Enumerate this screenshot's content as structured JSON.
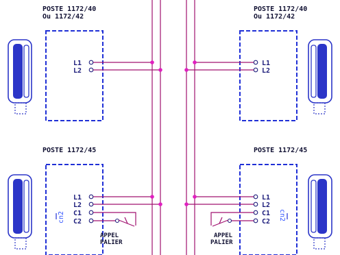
{
  "stations": [
    {
      "title_line1": "POSTE 1172/40",
      "title_line2": "Ou 1172/42",
      "terminals": [
        "L1",
        "L2"
      ]
    },
    {
      "title_line1": "POSTE 1172/40",
      "title_line2": "Ou 1172/42",
      "terminals": [
        "L1",
        "L2"
      ]
    },
    {
      "title_line1": "POSTE 1172/45",
      "terminals": [
        "L1",
        "L2",
        "C1",
        "C2"
      ],
      "connector": "cn2",
      "switch_label_1": "APPEL",
      "switch_label_2": "PALIER"
    },
    {
      "title_line1": "POSTE 1172/45",
      "terminals": [
        "L1",
        "L2",
        "C1",
        "C2"
      ],
      "connector": "cn2",
      "switch_label_1": "APPEL",
      "switch_label_2": "PALIER"
    }
  ],
  "colors": {
    "box": "#1f2fd6",
    "wire": "#a0106f",
    "junction": "#e020c0",
    "text": "#111133"
  }
}
